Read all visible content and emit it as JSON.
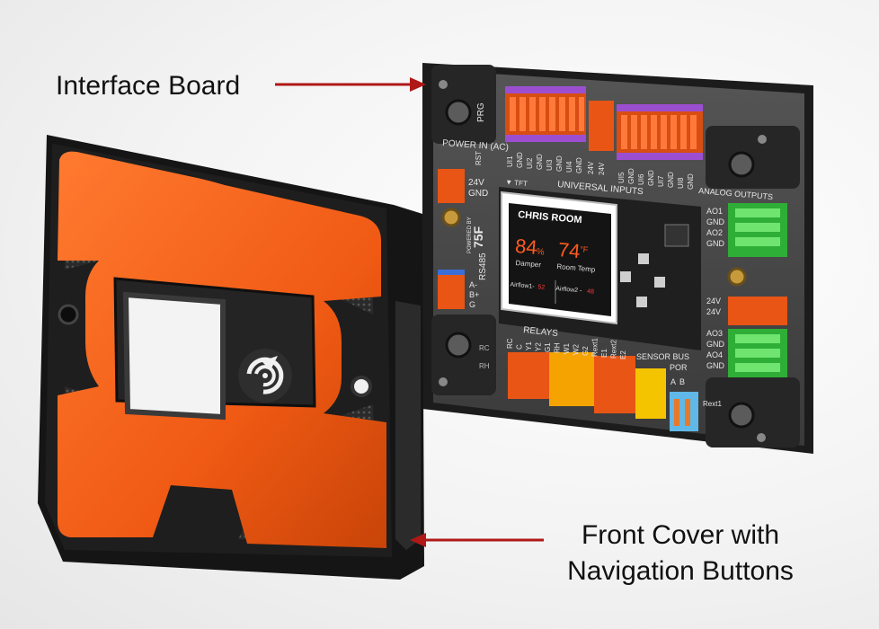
{
  "callouts": {
    "interface_board": "Interface Board",
    "front_cover_line1": "Front Cover with",
    "front_cover_line2": "Navigation Buttons"
  },
  "colors": {
    "arrow": "#b01818",
    "cover_orange": "#f05a14",
    "board_grey": "#4a4a4a",
    "screen_orange": "#ff5a1f",
    "terminal_green": "#3cc83c",
    "terminal_purple": "#9b4fd0",
    "terminal_yellow": "#f5c400"
  },
  "board": {
    "prg": "PRG",
    "power_in": "POWER IN (AC)",
    "rst": "RST",
    "v24": "24V",
    "gnd": "GND",
    "tft": "▼ TFT",
    "universal_inputs": "UNIVERSAL INPUTS",
    "ui_left": [
      "UI1",
      "GND",
      "UI2",
      "GND",
      "UI3",
      "GND",
      "UI4",
      "GND"
    ],
    "ui_mid": [
      "24V",
      "24V"
    ],
    "ui_right": [
      "UI5",
      "GND",
      "UI6",
      "GND",
      "UI7",
      "GND",
      "UI8",
      "GND"
    ],
    "analog_outputs": "ANALOG OUTPUTS",
    "ao_top": [
      "AO1",
      "GND",
      "AO2",
      "GND"
    ],
    "ao_mid": [
      "24V",
      "24V"
    ],
    "ao_bottom": [
      "AO3",
      "GND",
      "AO4",
      "GND"
    ],
    "powered_by": "POWERED BY",
    "brand": "75F",
    "rs485": "RS485",
    "rs485_pins": [
      "A-",
      "B+",
      "G"
    ],
    "relays": "RELAYS",
    "relay_pins": [
      "RC",
      "C",
      "Y1",
      "Y2",
      "G1",
      "RH",
      "W1",
      "W2",
      "G2",
      "Rext1",
      "E1",
      "Rext2",
      "E2"
    ],
    "sensor_bus": "SENSOR BUS",
    "por": "POR",
    "por_pins": [
      "A",
      "B"
    ],
    "rext1_side": "Rext1",
    "rc_side": "RC",
    "rh_side": "RH"
  },
  "screen": {
    "room_name": "CHRIS ROOM",
    "damper_value": "84",
    "damper_unit": "%",
    "damper_label": "Damper",
    "temp_value": "74",
    "temp_unit": "°F",
    "temp_label": "Room Temp",
    "airflow1_label": "Airflow1-",
    "airflow1_value": "52",
    "airflow2_label": "Airflow2 -",
    "airflow2_value": "48"
  }
}
